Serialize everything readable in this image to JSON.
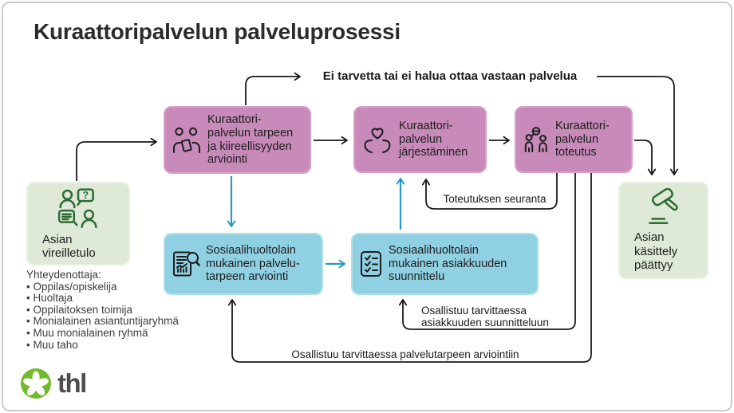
{
  "title": "Kuraattoripalvelun palveluprosessi",
  "top_label": "Ei tarvetta tai ei halua ottaa vastaan palvelua",
  "boxes": {
    "vireilletulo": "Asian\nvireilletulo",
    "tarpeen_arviointi": "Kuraattori-\npalvelun tarpeen\nja kiireellisyyden\narviointi",
    "jarjestaminen": "Kuraattori-\npalvelun\njärjestäminen",
    "toteutus": "Kuraattori-\npalvelun\ntoteutus",
    "palvelutarve": "Sosiaalihuoltolain\nmukainen palvelu-\ntarpeen arviointi",
    "asiakkuus": "Sosiaalihuoltolain\nmukainen asiakkuuden\nsuunnittelu",
    "paattyy": "Asian\nkäsittely\npäättyy"
  },
  "edge_labels": {
    "seuranta": "Toteutuksen seuranta",
    "suunnittelu_osallistuminen": "Osallistuu tarvittaessa\nasiakkuuden suunnitteluun",
    "arviointi_osallistuminen": "Osallistuu tarvittaessa palvelutarpeen arviointiin"
  },
  "contactors": {
    "heading": "Yhteydenottaja:",
    "items": [
      "Oppilas/opiskelija",
      "Huoltaja",
      "Oppilaitoksen toimija",
      "Monialainen asiantuntijaryhmä",
      "Muu monialainen ryhmä",
      "Muu taho"
    ]
  },
  "icons": {
    "question_mark": "?"
  },
  "logo_text": "thl",
  "colors": {
    "pink_fill": "#c78ab9",
    "pink_border": "#d99ecb",
    "blue_fill": "#8fd0e2",
    "blue_border": "#b2dfeb",
    "green_fill": "#deead7",
    "icon_green": "#2e6b34",
    "teal_arrow": "#2899c0",
    "line": "#1a1a1a",
    "logo_green": "#72b92c",
    "frame_border": "#c9ccce"
  }
}
